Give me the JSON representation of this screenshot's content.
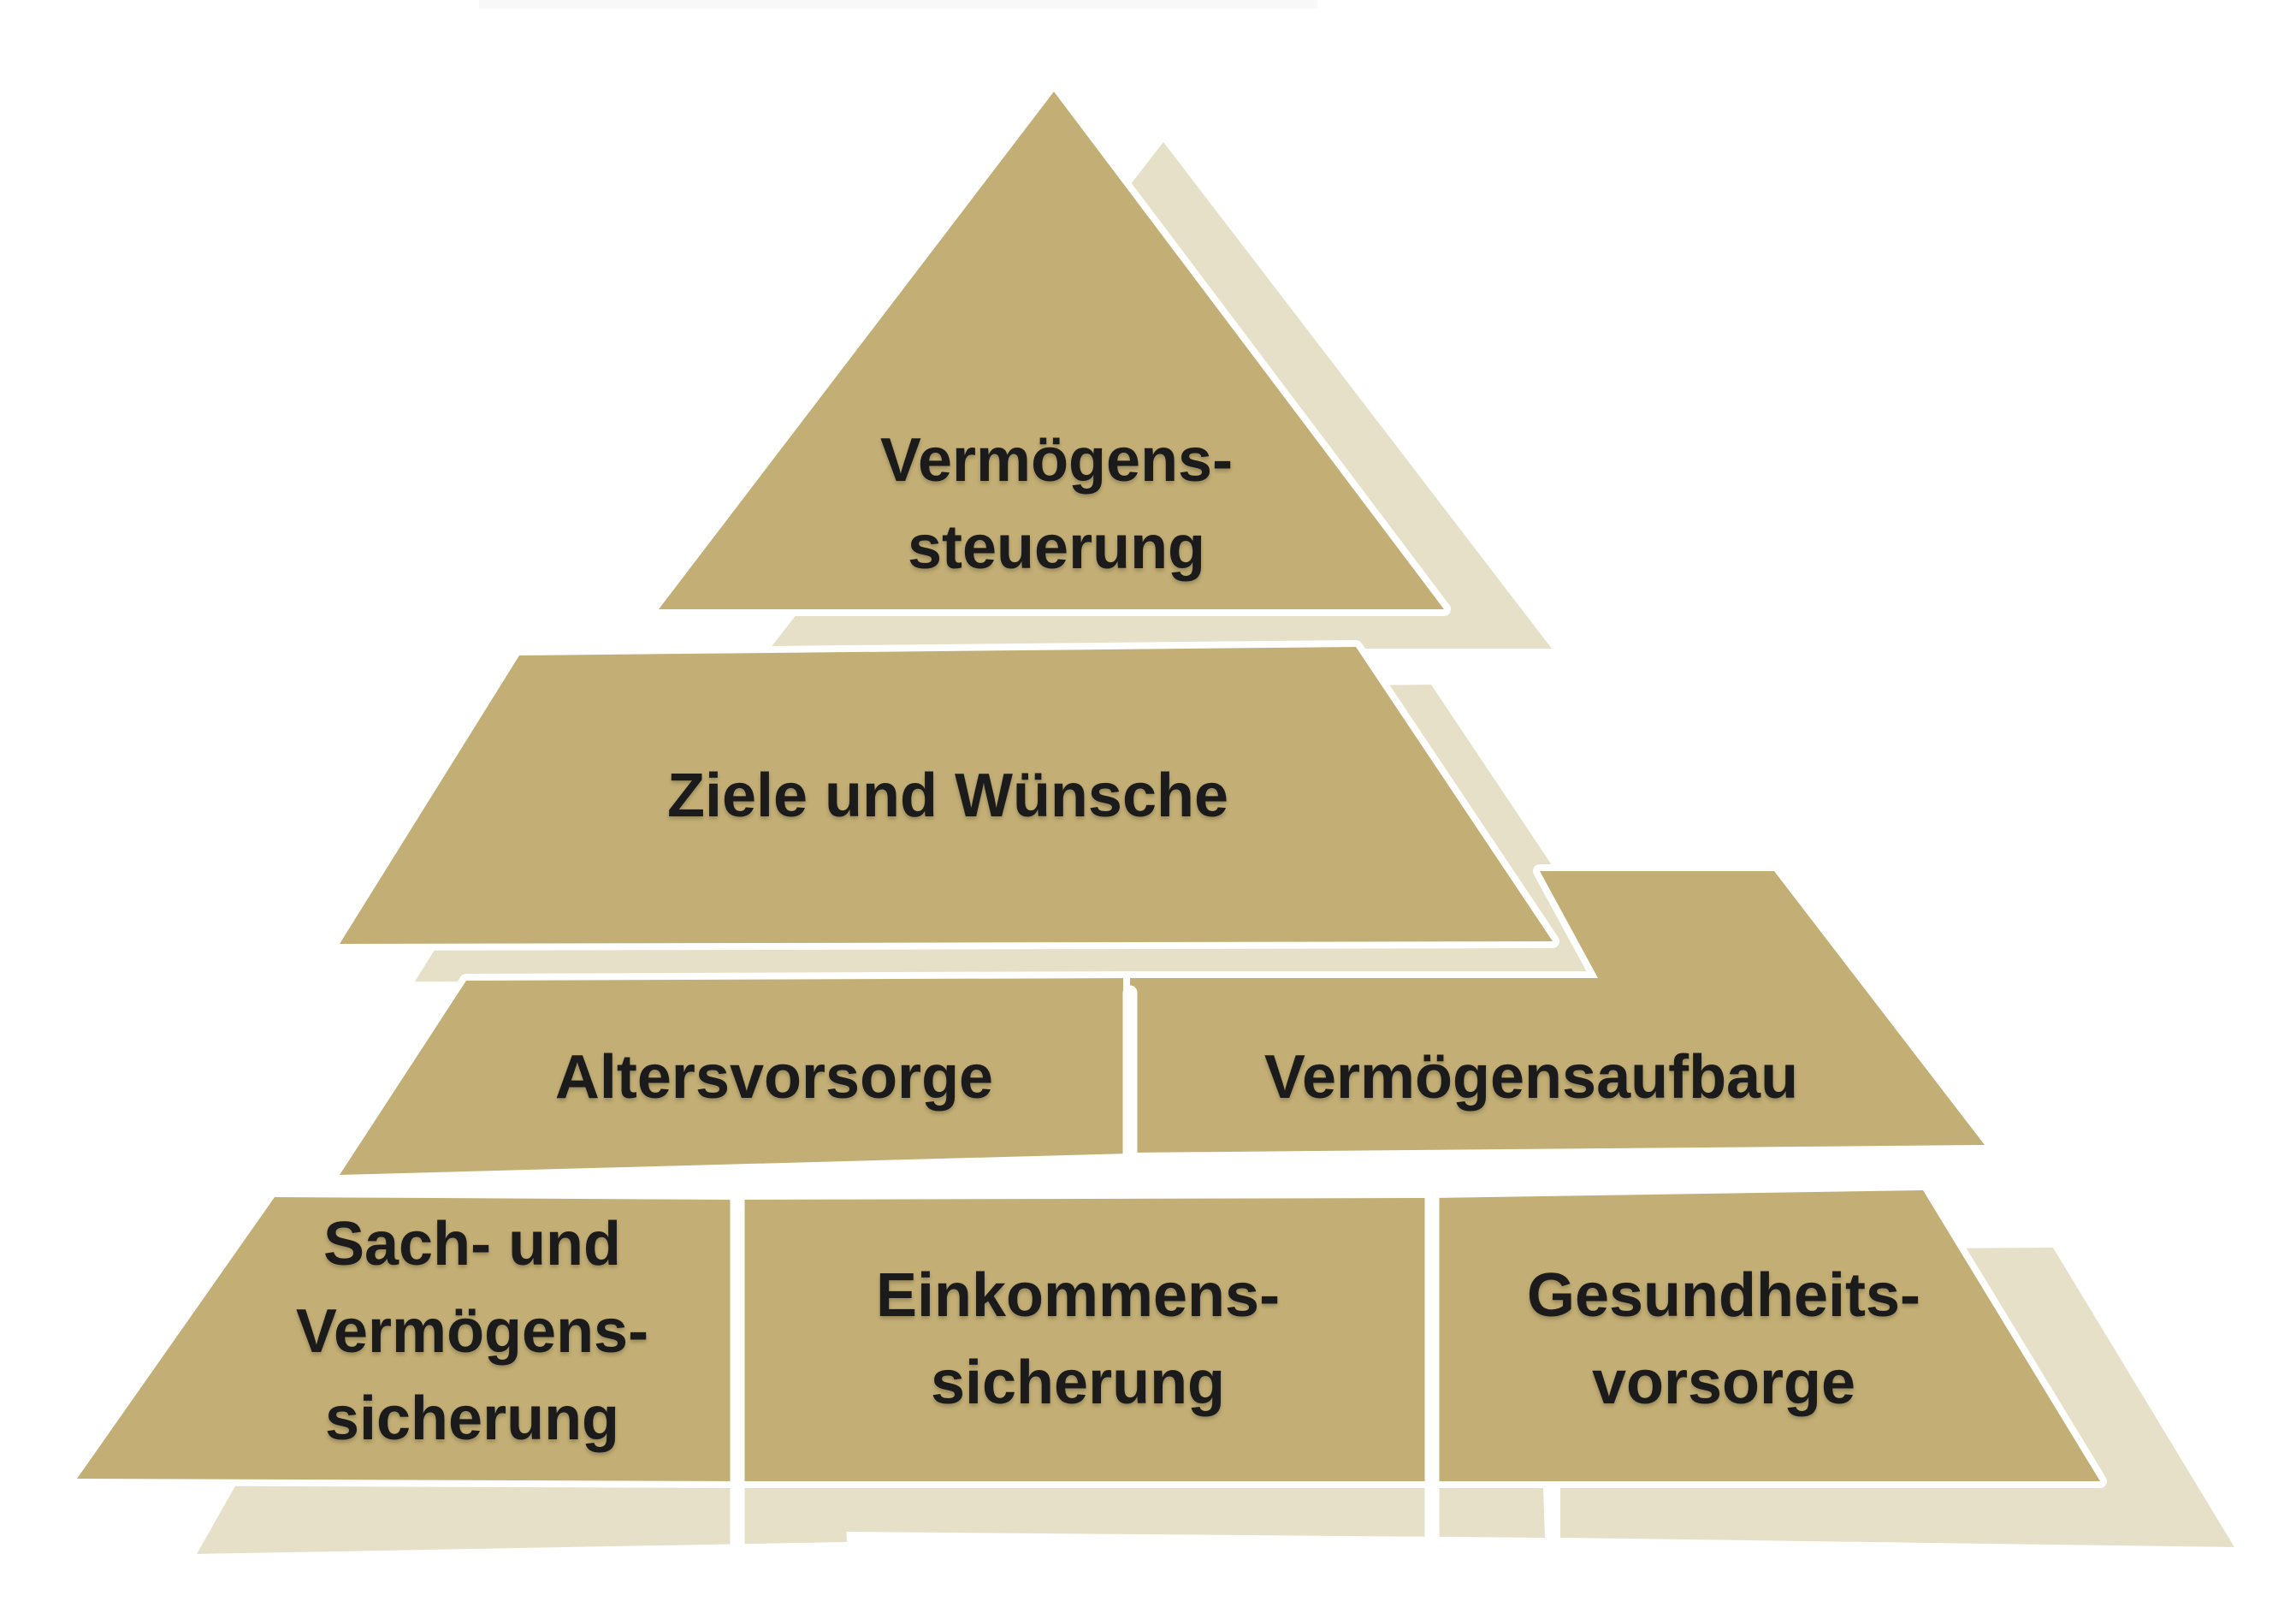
{
  "pyramid": {
    "colors": {
      "block": "#C3AF75",
      "shadow": "#E7E0C9",
      "text": "#1B1B1B",
      "background": "#FFFFFF"
    },
    "levels": [
      {
        "id": "vermoegenssteuerung",
        "lines": [
          "Vermögens-",
          "steuerung"
        ]
      },
      {
        "id": "ziele-und-wuensche",
        "lines": [
          "Ziele und Wünsche"
        ]
      },
      {
        "id": "altersvorsorge",
        "lines": [
          "Altersvorsorge"
        ]
      },
      {
        "id": "vermoegensaufbau",
        "lines": [
          "Vermögensaufbau"
        ]
      },
      {
        "id": "sach-und-vermoegenssicherung",
        "lines": [
          "Sach- und",
          "Vermögens-",
          "sicherung"
        ]
      },
      {
        "id": "einkommenssicherung",
        "lines": [
          "Einkommens-",
          "sicherung"
        ]
      },
      {
        "id": "gesundheitsvorsorge",
        "lines": [
          "Gesundheits-",
          "vorsorge"
        ]
      }
    ]
  }
}
